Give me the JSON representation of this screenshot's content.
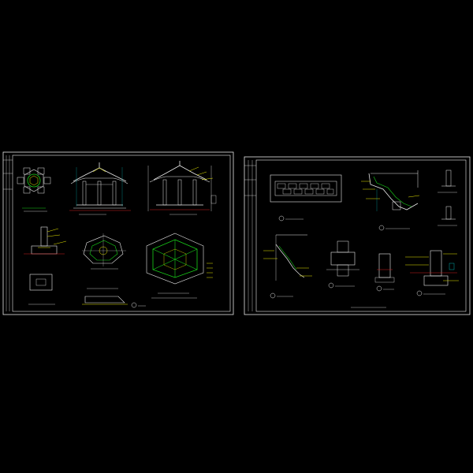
{
  "app": {
    "background": "#000000",
    "line_white": "#e8e8e8",
    "line_yellow": "#e8e800",
    "line_green": "#19d219",
    "line_cyan": "#00d2d2",
    "line_red": "#d21e1e",
    "line_magenta": "#d200d2"
  },
  "sheets": [
    {
      "id": "sheet-left",
      "name": "pavilion-plans-elevations-sheet"
    },
    {
      "id": "sheet-right",
      "name": "pavilion-details-sheet"
    }
  ],
  "labels": []
}
